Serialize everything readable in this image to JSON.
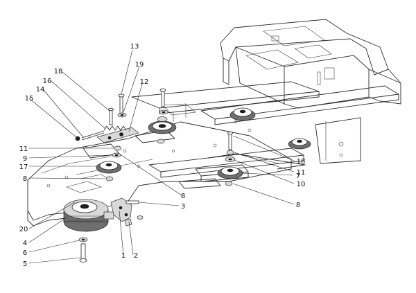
{
  "diagram": {
    "callouts": {
      "c1": "1",
      "c2": "2",
      "c3": "3",
      "c4": "4",
      "c5": "5",
      "c6": "6",
      "c7": "7",
      "c8a": "8",
      "c8b": "8",
      "c8c": "8",
      "c9": "9",
      "c10": "10",
      "c11a": "11",
      "c11b": "11",
      "c12": "12",
      "c13": "13",
      "c14": "14",
      "c15": "15",
      "c16": "16",
      "c17": "17",
      "c18a": "18",
      "c18b": "18",
      "c19": "19",
      "c20": "20"
    }
  }
}
